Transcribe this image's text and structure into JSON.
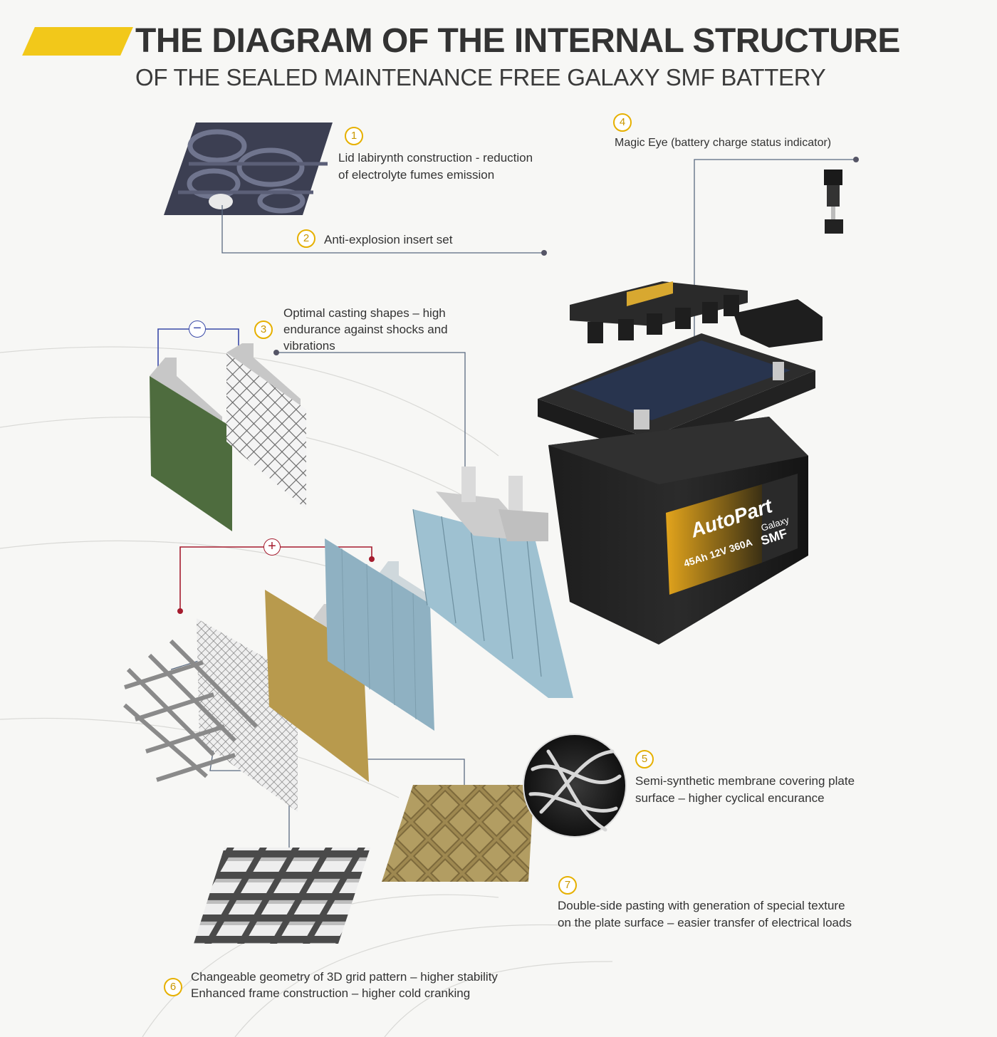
{
  "header": {
    "title": "THE DIAGRAM OF THE INTERNAL STRUCTURE",
    "subtitle": "OF THE SEALED MAINTENANCE FREE GALAXY SMF BATTERY"
  },
  "callouts": [
    {
      "number": "1",
      "lines": [
        "Lid labirynth construction - reduction",
        "of electrolyte fumes emission"
      ]
    },
    {
      "number": "2",
      "lines": [
        "Anti-explosion insert set"
      ]
    },
    {
      "number": "3",
      "lines": [
        "Optimal casting shapes – high",
        "endurance against shocks and",
        "vibrations"
      ]
    },
    {
      "number": "4",
      "lines": [
        "Magic Eye (battery charge status indicator)"
      ]
    },
    {
      "number": "5",
      "lines": [
        "Semi-synthetic membrane covering  plate",
        "surface – higher cyclical  encurance"
      ]
    },
    {
      "number": "6",
      "lines": [
        "Changeable geometry of 3D grid pattern – higher stability",
        "Enhanced frame construction – higher cold cranking"
      ]
    },
    {
      "number": "7",
      "lines": [
        "Double-side pasting with generation of special texture",
        "on the plate surface – easier transfer of electrical loads"
      ]
    }
  ],
  "polarity": {
    "negative": "−",
    "positive": "+"
  },
  "battery_label": {
    "brand": "AutoPart",
    "model_top": "Galaxy",
    "model": "SMF",
    "specs": "45Ah 12V 360A"
  },
  "colors": {
    "accent_yellow": "#f2c81a",
    "badge_border": "#e6b000",
    "negative_line": "#3a4aa8",
    "positive_line": "#a51c2e",
    "leader_line": "#5a6a80"
  }
}
